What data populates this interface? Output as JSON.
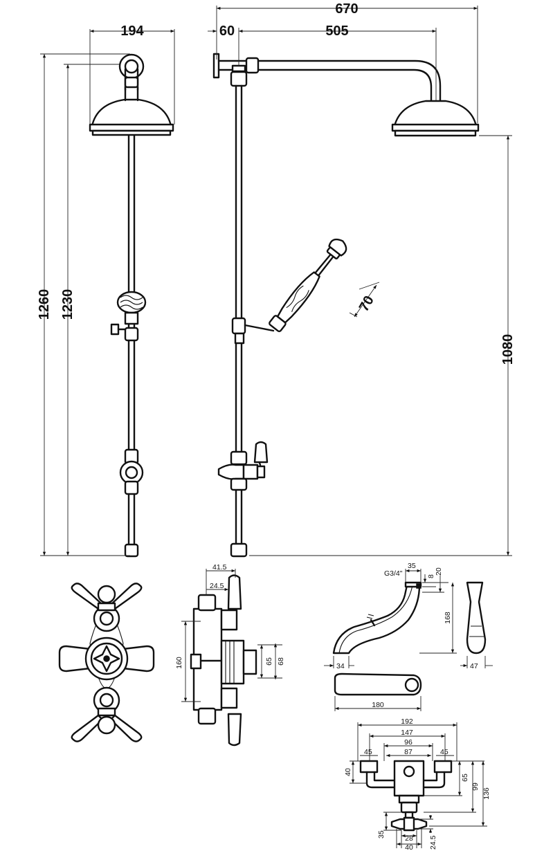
{
  "dimensions": {
    "top_width": "670",
    "head_diameter": "194",
    "wall_offset": "60",
    "arm_reach": "505",
    "total_height": "1260",
    "rail_height": "1230",
    "head_height": "1080",
    "handset_head": "70",
    "valve_offset_a": "41.5",
    "valve_offset_b": "24.5",
    "valve_height": "160",
    "valve_depth_65": "65",
    "valve_depth_68": "68",
    "spout_thread": "G3/4\"",
    "spout_35": "35",
    "spout_8": "8",
    "spout_20": "20",
    "spout_168": "168",
    "spout_34": "34",
    "spout_side_47": "47",
    "spout_length": "180",
    "body_192": "192",
    "body_147": "147",
    "body_96": "96",
    "body_87": "87",
    "body_45_left": "45",
    "body_45_right": "45",
    "body_40": "40",
    "body_65": "65",
    "body_99": "99",
    "body_136": "136",
    "body_35": "35",
    "body_24_5": "24.5",
    "body_28": "28",
    "body_40_bottom": "40"
  }
}
